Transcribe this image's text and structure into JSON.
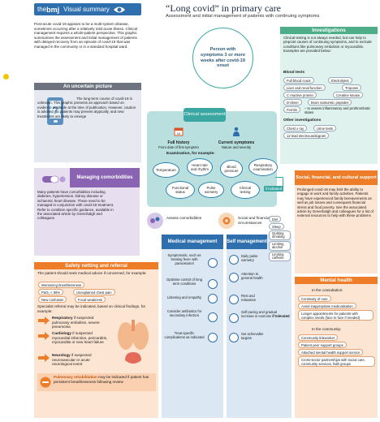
{
  "brand": {
    "the": "the",
    "bmj": "bmj",
    "series": "Visual summary"
  },
  "title": "“Long covid” in primary care",
  "subtitle": "Assessment and initial management of patients with continuing symptoms",
  "intro": "Post-acute covid-19 appears to be a multi-system disease, sometimes occurring after a relatively mild acute illness. Clinical management requires a whole-patient perspective. This graphic summarises the assessment and initial management of patients with delayed recovery from an episode of covid-19 that was managed in the community or in a standard hospital ward.",
  "uncertain": {
    "title": "An uncertain picture",
    "body": "The long-term course of covid-19 is unknown. This graphic presents an approach based on evidence available at the time of publication. However, caution is advised, as patients may present atypically, and new treatments are likely to emerge"
  },
  "person": "Person with symptoms 3 or more weeks after covid-19 onset",
  "clinical": {
    "title": "Clinical assessment",
    "history_title": "Full history",
    "history_sub": "From date of first symptom",
    "symptoms_title": "Current symptoms",
    "symptoms_sub": "Nature and severity",
    "exam_title": "Examination, for example:",
    "exams": [
      "Temperature",
      "Heart rate and rhythm",
      "Blood pressure",
      "Respiratory examination",
      "Functional status",
      "Pulse oximetry",
      "Clinical testing"
    ],
    "if_indicated": "if indicated"
  },
  "investigations": {
    "title": "Investigations",
    "body": "Clinical testing is not always needed, but can help to pinpoint causes of continuing symptoms, and to exclude conditions like pulmonary embolism or myocarditis. Examples are provided below:",
    "blood_title": "Blood tests",
    "blood": [
      "Full blood count",
      "Electrolytes",
      "Liver and renal function",
      "Troponin",
      "C reactive protein",
      "Creatine kinase",
      "D-dimer",
      "Brain natriuretic peptides",
      "Ferritin"
    ],
    "ferritin_note": "– to assess inflammatory and prothrombotic states",
    "other_title": "Other investigations",
    "other": [
      "Chest x ray",
      "Urine tests",
      "12 lead electrocardiogram"
    ]
  },
  "comorbid": {
    "title": "Managing comorbidities",
    "body": "Many patients have comorbidities including diabetes, hypertension, kidney disease or ischaemic heart disease. These need to be managed in conjunction with covid-19 treatment. Refer to condition specific guidance, available in the associated article by Greenhalgh and colleagues"
  },
  "assess_comorbid": "Assess comorbidities",
  "social_circ": "Social and financial circumstances",
  "social": {
    "title": "Social, financial, and cultural support",
    "body": "Prolonged covid-19 may limit the ability to engage in work and family activities. Patients may have experienced family bereavements as well as job losses and consequent financial stress and food poverty. See the associated article by Greenhalgh and colleagues for a list of external resources to help with these problems"
  },
  "safety": {
    "title": "Safety netting and referral",
    "intro": "The patient should seek medical advice if concerned, for example:",
    "pills": [
      "Worsening breathlessness",
      "PaO₂ < 96%",
      "Unexplained chest pain",
      "New confusion",
      "Focal weakness"
    ],
    "specialist": "Specialist referral may be indicated, based on clinical findings, for example:",
    "refs": [
      {
        "bold": "Respiratory",
        "text": "if suspected pulmonary embolism, severe pneumonia"
      },
      {
        "bold": "Cardiology",
        "text": "if suspected myocardial infarction, pericarditis, myocarditis or new heart failure"
      },
      {
        "bold": "Neurology",
        "text": "if suspected neurovascular or acute neurological event"
      }
    ],
    "rehab_bold": "Pulmonary rehabilitation",
    "rehab": "may be indicated if patient has persistent breathlessness following review"
  },
  "medical": {
    "title": "Medical management",
    "items": [
      "Symptomatic, such as treating fever with paracetamol",
      "Optimise control of long term conditions",
      "Listening and empathy",
      "Consider antibiotics for secondary infection",
      "Treat specific complications as indicated"
    ]
  },
  "self": {
    "title": "Self management",
    "items": [
      "Daily pulse oximetry",
      "Attention to general health",
      "Rest and relaxation",
      "Self pacing and gradual increase in exercise",
      "Set achievable targets"
    ],
    "if_tolerated": "if tolerated",
    "health": [
      "Diet",
      "Sleep",
      "Quitting smoking",
      "Limiting alcohol",
      "Limiting caffeine"
    ]
  },
  "mental": {
    "title": "Mental health",
    "consult": "In the consultation:",
    "consult_items": [
      "Continuity of care",
      "Avoid inappropriate medicalisation",
      "Longer appointments for patients with complex needs (face to face if needed)"
    ],
    "community": "In the community:",
    "community_items": [
      "Community linkworker",
      "Patient peer support groups",
      "Attached mental health support service",
      "Cross-sector partnerships with social care, community services, faith groups"
    ]
  },
  "colors": {
    "teal": "#3aa7a2",
    "green": "#4fae8a",
    "purple": "#8a64b3",
    "orange": "#ee7d2a",
    "blue": "#2f6fae",
    "grey": "#6d7480"
  }
}
